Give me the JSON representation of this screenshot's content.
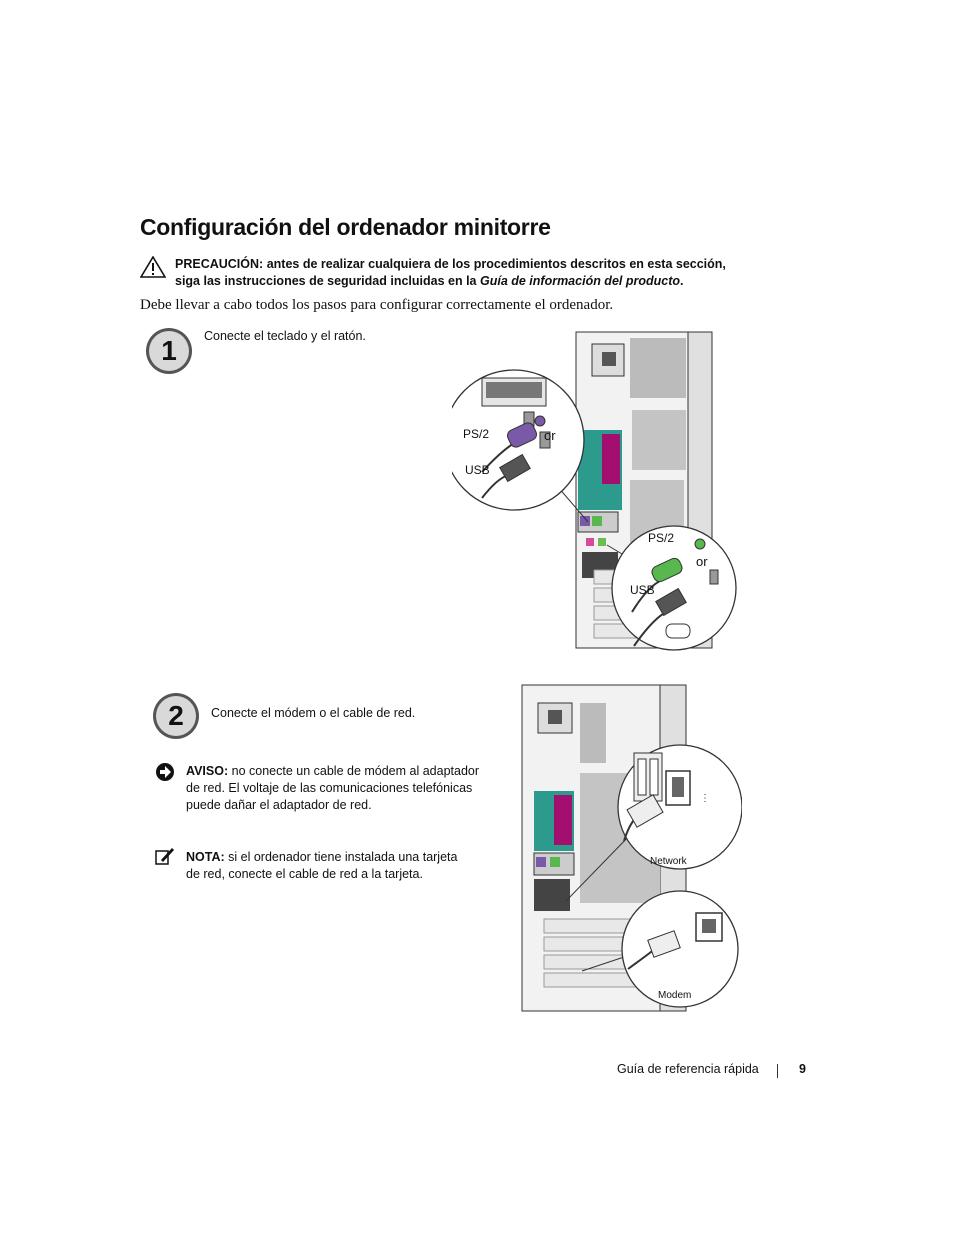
{
  "title": "Configuración del ordenador minitorre",
  "caution": {
    "label": "PRECAUCIÓN:",
    "text1": "antes de realizar cualquiera de los procedimientos descritos en esta sección,",
    "text2": "siga las instrucciones de seguridad incluidas en la",
    "link": "Guía de información del producto",
    "end": "."
  },
  "intro": "Debe llevar a cabo todos los pasos para configurar correctamente el ordenador.",
  "step1": {
    "number": "1",
    "text": "Conecte el teclado y el ratón.",
    "labels": {
      "ps2_top": "PS/2",
      "or_top": "or",
      "usb_top": "USB",
      "ps2_bottom": "PS/2",
      "or_bottom": "or",
      "usb_bottom": "USB"
    }
  },
  "step2": {
    "number": "2",
    "text": "Conecte el módem o el cable de red.",
    "notice_label": "AVISO:",
    "notice_l1": "no conecte un cable de módem al adaptador",
    "notice_l2": "de red. El voltaje de las comunicaciones telefónicas",
    "notice_l3": "puede dañar el adaptador de red.",
    "note_label": "NOTA:",
    "note_l1": "si el ordenador tiene instalada una tarjeta",
    "note_l2": "de red, conecte el cable de red a la tarjeta.",
    "labels": {
      "network": "Network",
      "modem": "Modem"
    }
  },
  "footer": {
    "guide": "Guía de referencia rápida",
    "page": "9"
  }
}
